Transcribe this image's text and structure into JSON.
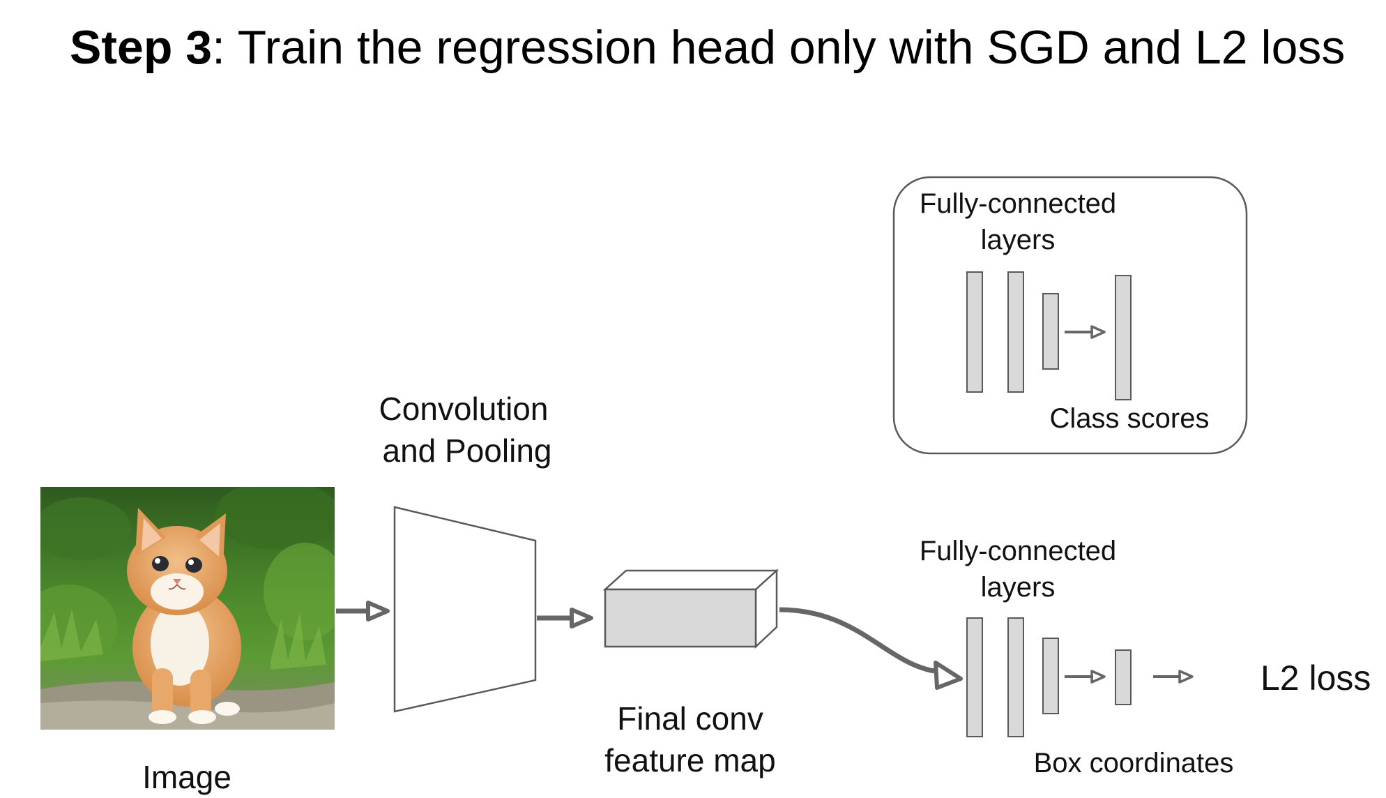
{
  "title": {
    "step": "Step 3",
    "text": ": Train the regression head only with SGD and L2 loss"
  },
  "labels": {
    "image": "Image",
    "conv_line1": "Convolution",
    "conv_line2": "and Pooling",
    "feature_line1": "Final conv",
    "feature_line2": "feature map",
    "fc_top_line1": "Fully-connected",
    "fc_top_line2": "layers",
    "class_scores": "Class scores",
    "fc_bottom_line1": "Fully-connected",
    "fc_bottom_line2": "layers",
    "box_coordinates": "Box coordinates",
    "l2_loss": "L2 loss"
  },
  "colors": {
    "box_fill": "#d9d9d9",
    "outline": "#595959",
    "arrow": "#666666"
  }
}
